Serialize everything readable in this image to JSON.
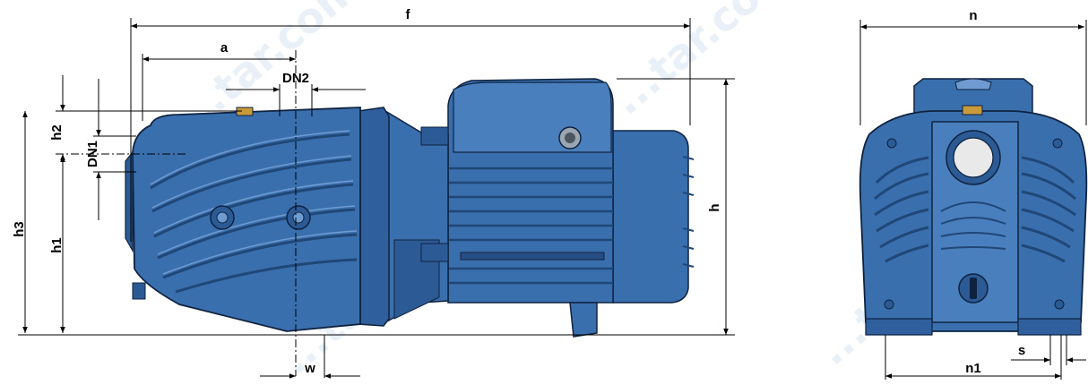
{
  "watermark": {
    "text": "...tar.com.ua"
  },
  "dimensions": {
    "f": "f",
    "a": "a",
    "dn2": "DN2",
    "dn1": "DN1",
    "h2": "h2",
    "h1": "h1",
    "h3": "h3",
    "h": "h",
    "w": "w",
    "n": "n",
    "n1": "n1",
    "s": "s"
  },
  "colors": {
    "pump_body": "#3a6fae",
    "pump_dark": "#1f4778",
    "pump_light": "#6f9bd0",
    "outline": "#0f2340",
    "port_face": "#e9e9e9",
    "brass": "#c89a3a"
  }
}
